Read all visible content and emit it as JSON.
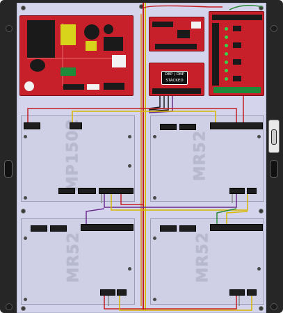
{
  "modules": {
    "top_left_label": "MP1502",
    "top_right_label": "MR52",
    "bottom_left_label": "MR52",
    "bottom_right_label": "MR52"
  },
  "stacked_board": {
    "line1": "DBP / DBP",
    "line2": "STACKED"
  },
  "colors": {
    "pcb_red": "#c8202a",
    "module_gray": "#cfd0e6",
    "backplate": "#d4d5ec",
    "wire_red": "#c41e24",
    "wire_yellow": "#d9b800",
    "wire_black": "#1a1a1a",
    "wire_purple": "#6a2c8c",
    "wire_orange": "#d98a1a",
    "wire_green": "#2e8a3a"
  }
}
